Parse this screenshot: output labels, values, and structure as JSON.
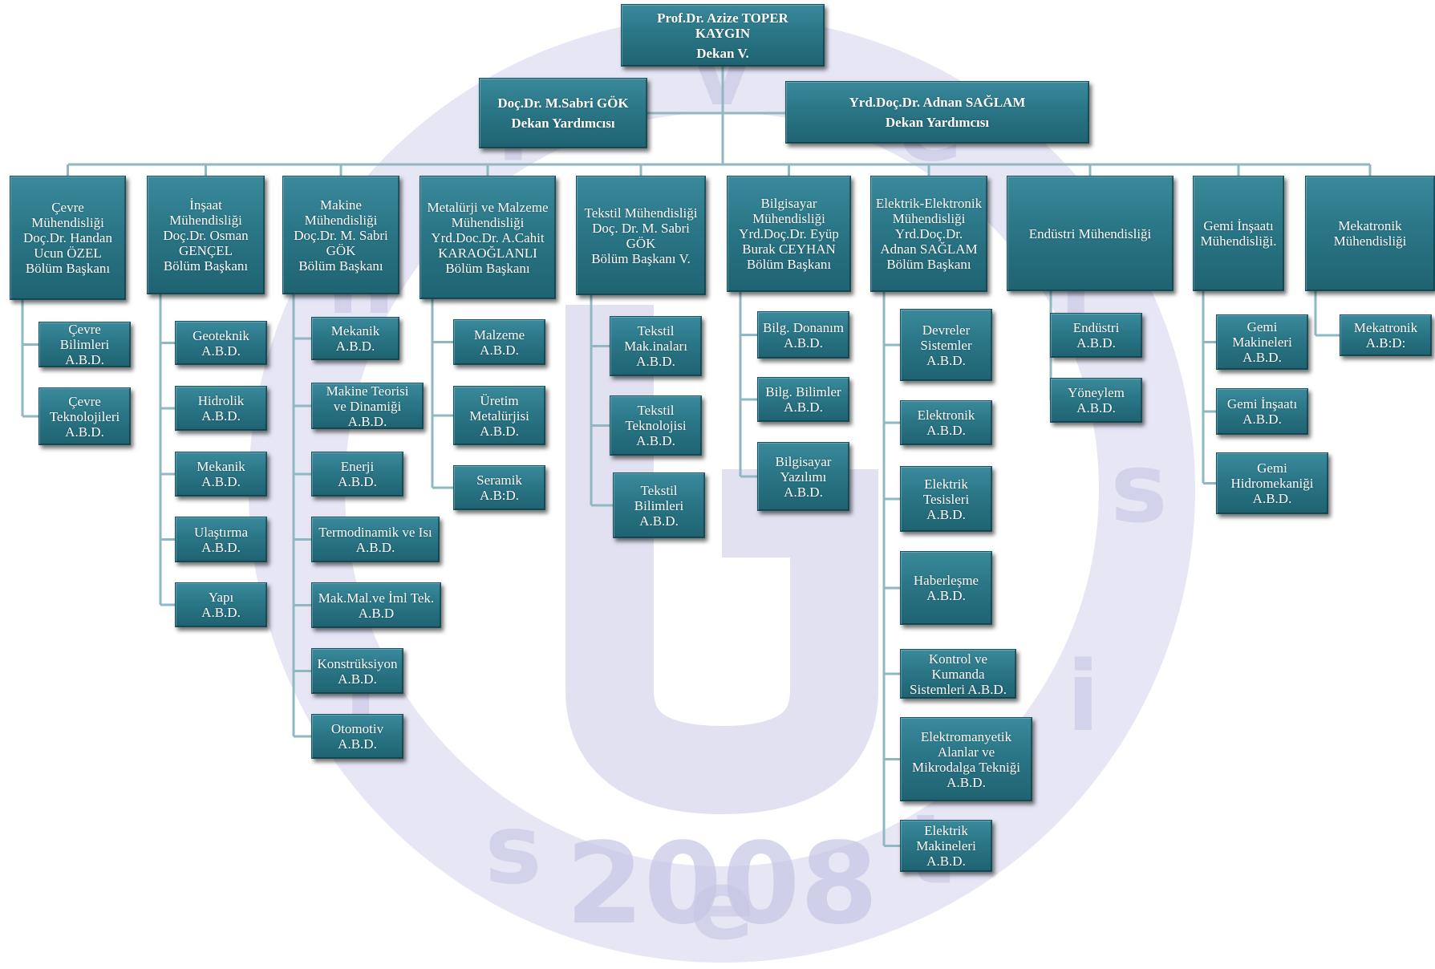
{
  "watermark": {
    "year": "2008",
    "letters": [
      "n",
      "i",
      "v",
      "e",
      "r",
      "s",
      "i",
      "t",
      "e",
      "s",
      "i"
    ]
  },
  "colors": {
    "box": "#2a7687",
    "connector": "#8fb8c2",
    "watermark": "#c9c9e6"
  },
  "dean": {
    "name_line1": "Prof.Dr. Azize TOPER",
    "name_line2": "KAYGIN",
    "role": "Dekan V."
  },
  "vice_deans": [
    {
      "name": "Doç.Dr. M.Sabri GÖK",
      "role": "Dekan Yardımcısı"
    },
    {
      "name": "Yrd.Doç.Dr. Adnan SAĞLAM",
      "role": "Dekan Yardımcısı"
    }
  ],
  "departments": [
    {
      "lines": [
        "Çevre",
        "Mühendisliği",
        "Doç.Dr. Handan",
        "Ucun ÖZEL",
        "Bölüm Başkanı"
      ],
      "units": [
        [
          "Çevre",
          "Bilimleri",
          "A.B.D."
        ],
        [
          "Çevre",
          "Teknolojileri",
          "A.B.D."
        ]
      ]
    },
    {
      "lines": [
        "İnşaat",
        "Mühendisliği",
        "Doç.Dr. Osman",
        "GENÇEL",
        "Bölüm Başkanı"
      ],
      "units": [
        [
          "Geoteknik",
          "A.B.D."
        ],
        [
          "Hidrolik",
          "A.B.D."
        ],
        [
          "Mekanik",
          "A.B.D."
        ],
        [
          "Ulaştırma",
          "A.B.D."
        ],
        [
          "Yapı",
          "A.B.D."
        ]
      ]
    },
    {
      "lines": [
        "Makine",
        "Mühendisliği",
        "Doç.Dr.  M. Sabri",
        "GÖK",
        "Bölüm Başkanı"
      ],
      "units": [
        [
          "Mekanik",
          "A.B.D."
        ],
        [
          "Makine Teorisi",
          "ve Dinamiği",
          "A.B.D."
        ],
        [
          "Enerji",
          "A.B.D."
        ],
        [
          "Termodinamik ve Isı",
          "A.B.D."
        ],
        [
          "Mak.Mal.ve İml Tek.",
          "A.B.D"
        ],
        [
          "Konstrüksiyon",
          "A.B.D."
        ],
        [
          "Otomotiv",
          "A.B.D."
        ]
      ]
    },
    {
      "lines": [
        "Metalürji ve Malzeme",
        "Mühendisliği",
        "Yrd.Doc.Dr. A.Cahit",
        "KARAOĞLANLI",
        "Bölüm Başkanı"
      ],
      "units": [
        [
          "Malzeme",
          "A.B.D."
        ],
        [
          "Üretim",
          "Metalürjisi",
          "A.B.D."
        ],
        [
          "Seramik",
          "A.B:D."
        ]
      ]
    },
    {
      "lines": [
        "Tekstil Mühendisliği",
        "Doç. Dr.  M. Sabri",
        "GÖK",
        "Bölüm Başkanı V."
      ],
      "units": [
        [
          "Tekstil",
          "Mak.inaları",
          "A.B.D."
        ],
        [
          "Tekstil",
          "Teknolojisi",
          "A.B.D."
        ],
        [
          "Tekstil",
          "Bilimleri",
          "A.B.D."
        ]
      ]
    },
    {
      "lines": [
        "Bilgisayar",
        "Mühendisliği",
        "Yrd.Doç.Dr. Eyüp",
        "Burak CEYHAN",
        "Bölüm Başkanı"
      ],
      "units": [
        [
          "Bilg. Donanım",
          "A.B.D."
        ],
        [
          "Bilg. Bilimler",
          "A.B.D."
        ],
        [
          "Bilgisayar",
          "Yazılımı",
          "A.B.D."
        ]
      ]
    },
    {
      "lines": [
        "Elektrik-Elektronik",
        "Mühendisliği",
        "Yrd.Doç.Dr.",
        "Adnan SAĞLAM",
        "Bölüm Başkanı"
      ],
      "units": [
        [
          "Devreler",
          "Sistemler",
          "A.B.D."
        ],
        [
          "Elektronik",
          "A.B.D."
        ],
        [
          "Elektrik",
          "Tesisleri",
          "A.B.D."
        ],
        [
          "Haberleşme",
          "A.B.D."
        ],
        [
          "Kontrol ve",
          "Kumanda",
          "Sistemleri A.B.D."
        ],
        [
          "Elektromanyetik",
          "Alanlar ve",
          "Mikrodalga Tekniği",
          "A.B.D."
        ],
        [
          "Elektrik",
          "Makineleri",
          "A.B.D."
        ]
      ]
    },
    {
      "lines": [
        "Endüstri Mühendisliği"
      ],
      "units": [
        [
          "Endüstri",
          "A.B.D."
        ],
        [
          "Yöneylem",
          "A.B.D."
        ]
      ]
    },
    {
      "lines": [
        "Gemi İnşaatı",
        "Mühendisliği."
      ],
      "units": [
        [
          "Gemi",
          "Makineleri",
          "A.B.D."
        ],
        [
          "Gemi İnşaatı",
          "A.B.D."
        ],
        [
          "Gemi",
          "Hidromekaniği",
          "A.B.D."
        ]
      ]
    },
    {
      "lines": [
        "Mekatronik",
        "Mühendisliği"
      ],
      "units": [
        [
          "Mekatronik",
          "A.B:D:"
        ]
      ]
    }
  ]
}
